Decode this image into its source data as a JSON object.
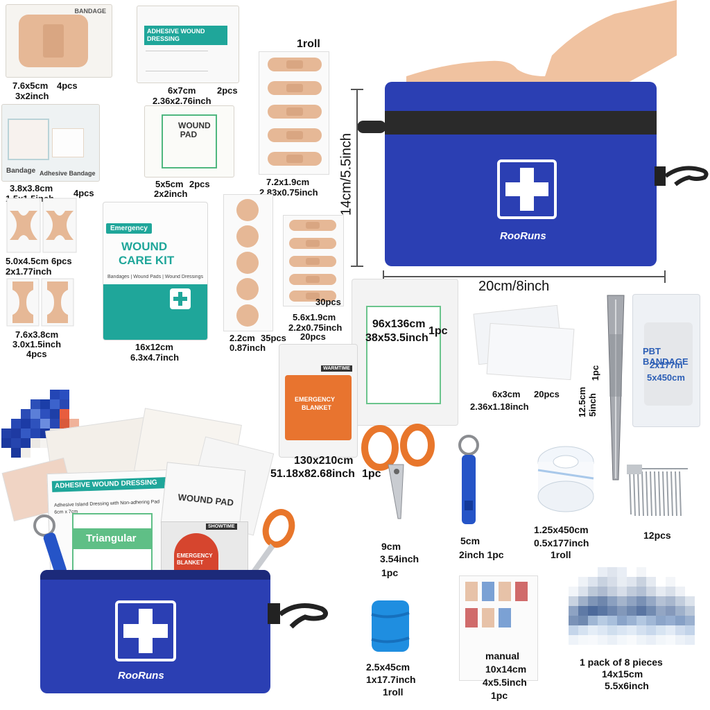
{
  "brand": "RooRuns",
  "colors": {
    "pouch": "#2b3fb3",
    "teal": "#1fa69a",
    "orange": "#e8762b",
    "bandage": "#e6b896"
  },
  "pouch_dims": {
    "height": "14cm/5.5inch",
    "width": "20cm/8inch"
  },
  "items": {
    "large_bandage": {
      "print": "BANDAGE",
      "size_cm": "7.6x5cm",
      "count": "4pcs",
      "size_in": "3x2inch"
    },
    "adhesive_wound_dressing": {
      "title": "ADHESIVE WOUND DRESSING",
      "size_cm": "6x7cm",
      "count": "2pcs",
      "size_in": "2.36x2.76inch"
    },
    "roll_bandage_strip": {
      "top": "1roll",
      "size_cm": "7.2x1.9cm",
      "size_in": "2.83x0.75inch"
    },
    "square_bandage": {
      "print1": "Bandage",
      "print2": "Adhesive Bandage",
      "size_cm": "3.8x3.8cm",
      "count": "4pcs",
      "size_in": "1.5x1.5inch"
    },
    "wound_pad": {
      "print": "WOUND PAD",
      "size_cm": "5x5cm",
      "count": "2pcs",
      "size_in": "2x2inch"
    },
    "butterfly_bandage": {
      "size_cm": "5.0x4.5cm",
      "count": "6pcs",
      "size_in": "2x1.77inch"
    },
    "wound_care_kit": {
      "badge": "Emergency",
      "title1": "WOUND",
      "title2": "CARE KIT",
      "subtitle": "Bandages | Wound Pads | Wound Dressings",
      "size_cm": "16x12cm",
      "size_in": "6.3x4.7inch"
    },
    "round_bandage": {
      "size_cm": "2.2cm",
      "count": "35pcs",
      "size_in": "0.87inch"
    },
    "strip_bandage": {
      "count_top": "30pcs",
      "size_cm": "5.6x1.9cm",
      "size_in": "2.2x0.75inch",
      "count": "20pcs"
    },
    "knuckle_bandage": {
      "size_cm": "7.6x3.8cm",
      "size_in": "3.0x1.5inch",
      "count": "4pcs"
    },
    "triangular_bandage": {
      "size_cm": "96x136cm",
      "count": "1pc",
      "size_in": "38x53.5inch"
    },
    "alcohol_pad": {
      "size_cm": "6x3cm",
      "count": "20pcs",
      "size_in": "2.36x1.18inch"
    },
    "tweezers": {
      "size_cm": "12.5cm",
      "size_in": "5inch",
      "count": "1pc"
    },
    "pbt_bandage": {
      "print1": "PBT BANDAGE",
      "print2": "2x177in",
      "print3": "5x450cm"
    },
    "emergency_blanket": {
      "brand": "WARMTIME",
      "title1": "EMERGENCY",
      "title2": "BLANKET",
      "size_cm": "130x210cm",
      "size_in": "51.18x82.68inch",
      "count": "1pc"
    },
    "scissors": {
      "size_cm": "9cm",
      "size_in": "3.54inch",
      "count": "1pc"
    },
    "whistle": {
      "size_cm": "5cm",
      "size_in": "2inch 1pc"
    },
    "tape": {
      "size_cm": "1.25x450cm",
      "size_in": "0.5x177inch",
      "count": "1roll"
    },
    "safety_pins": {
      "count": "12pcs"
    },
    "cohesive_bandage": {
      "size_cm": "2.5x45cm",
      "size_in": "1x17.7inch",
      "count": "1roll"
    },
    "manual": {
      "name": "manual",
      "size_cm": "10x14cm",
      "size_in": "4x5.5inch",
      "count": "1pc"
    },
    "tissues": {
      "label": "1 pack of 8 pieces",
      "size_cm": "14x15cm",
      "size_in": "5.5x6inch"
    }
  },
  "kit_photo": {
    "dressing_title": "ADHESIVE WOUND DRESSING",
    "dressing_sub": "Adhesive Island Dressing with Non-adhering Pad",
    "dressing_size": "6cm x 7cm",
    "triangular": "Triangular",
    "blanket_brand": "SHOWTIME",
    "blanket_title": "EMERGENCY BLANKET",
    "pad_print": "WOUND PAD"
  }
}
